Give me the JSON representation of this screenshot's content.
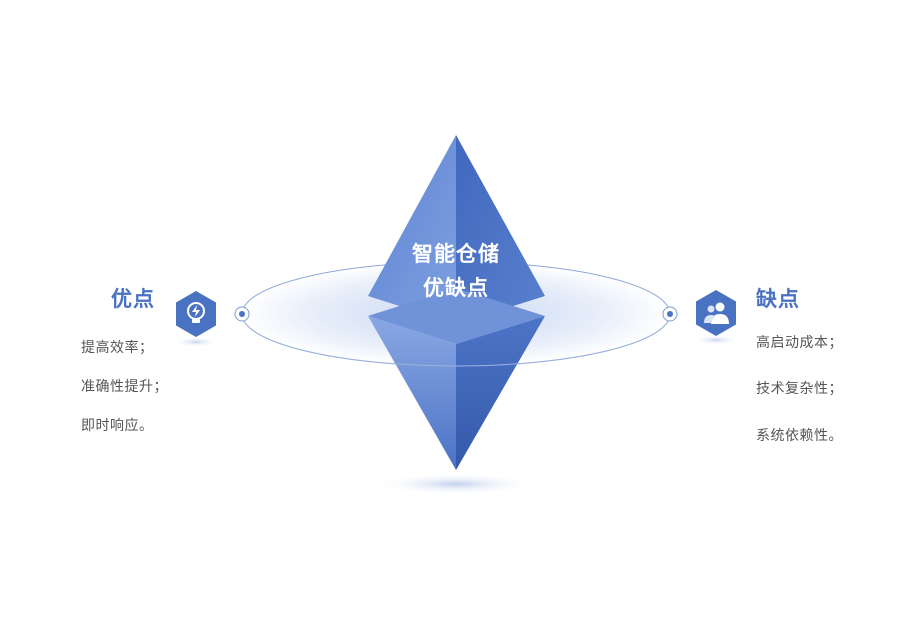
{
  "center": {
    "title_line1": "智能仓储",
    "title_line2": "优缺点"
  },
  "advantages": {
    "heading": "优点",
    "icon": "lightning-icon",
    "items": [
      "提高效率；",
      "准确性提升；",
      "即时响应。"
    ]
  },
  "disadvantages": {
    "heading": "缺点",
    "icon": "users-icon",
    "items": [
      "高启动成本；",
      "技术复杂性；",
      "系统依赖性。"
    ]
  },
  "colors": {
    "accent": "#4a72c2",
    "diamond_light": "#7e9fdf",
    "diamond_dark": "#3b62b5",
    "text": "#555555"
  }
}
